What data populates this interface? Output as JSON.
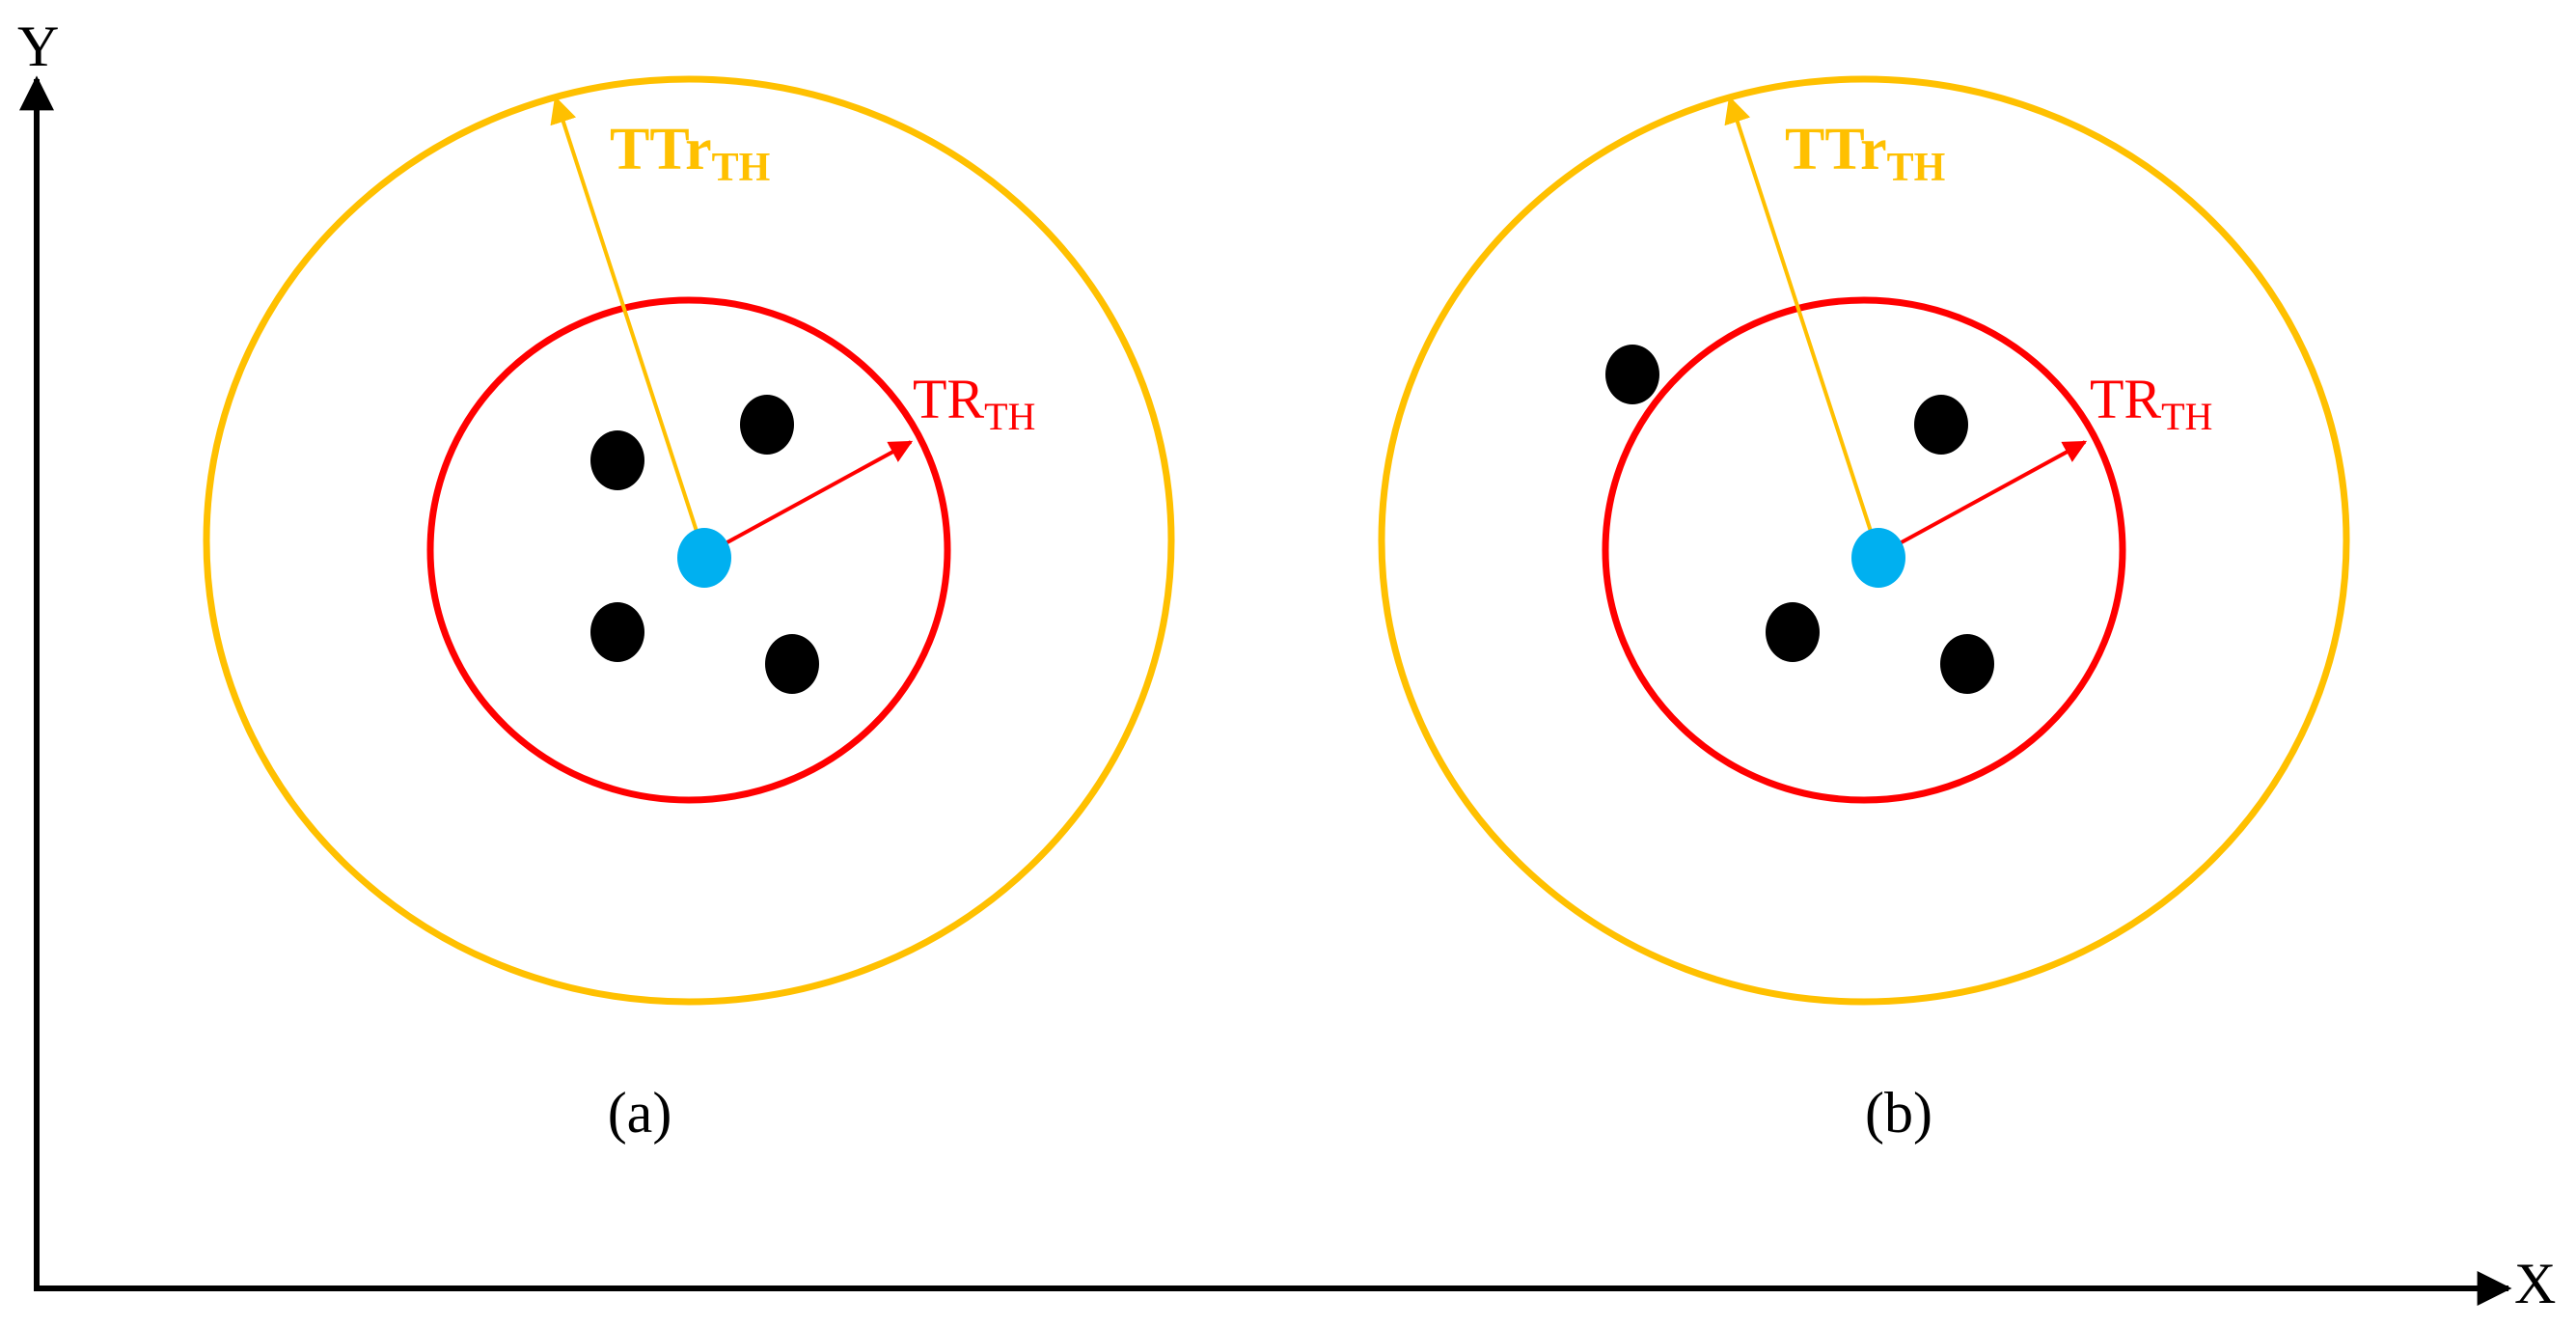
{
  "axes": {
    "x_label": "X",
    "y_label": "Y"
  },
  "panels": [
    {
      "caption": "(a)",
      "outer_label": "TTr",
      "outer_label_sub": "TH",
      "inner_label": "TR",
      "inner_label_sub": "TH"
    },
    {
      "caption": "(b)",
      "outer_label": "TTr",
      "outer_label_sub": "TH",
      "inner_label": "TR",
      "inner_label_sub": "TH"
    }
  ],
  "colors": {
    "outer_threshold": "#FFC000",
    "inner_threshold": "#FF0000",
    "center_node": "#00B0F0",
    "neighbor_node": "#000000",
    "axis": "#000000"
  }
}
